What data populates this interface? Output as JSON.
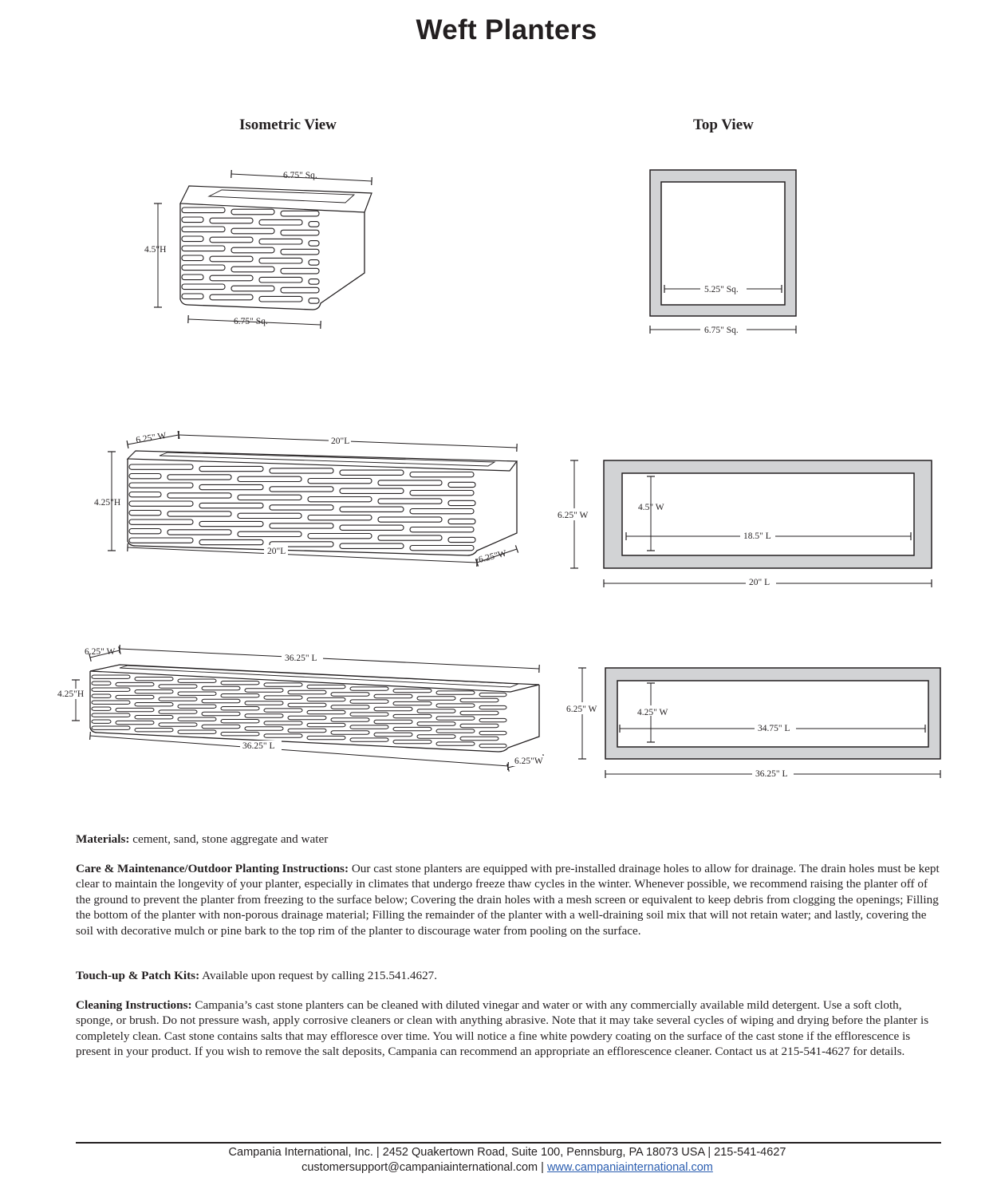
{
  "title": "Weft Planters",
  "views": {
    "isometric": "Isometric View",
    "top": "Top View"
  },
  "small": {
    "iso_top_width": "6.75\" Sq.",
    "iso_height": "4.5\"H",
    "iso_bottom_width": "6.75\" Sq.",
    "top_inner": "5.25\" Sq.",
    "top_outer": "6.75\" Sq."
  },
  "medium": {
    "iso_width_top": "6.25\" W",
    "iso_length_top": "20\"L",
    "iso_height": "4.25\"H",
    "iso_length_bottom": "20\"L",
    "iso_width_bottom": "6.25\"W",
    "top_outer_width": "6.25\" W",
    "top_inner_width": "4.5\" W",
    "top_inner_length": "18.5\" L",
    "top_outer_length": "20\" L"
  },
  "large": {
    "iso_width_top": "6.25\" W",
    "iso_length_top": "36.25\" L",
    "iso_height": "4.25\"H",
    "iso_length_bottom": "36.25\" L",
    "iso_width_bottom": "6.25\"W",
    "top_outer_width": "6.25\" W",
    "top_inner_width": "4.25\" W",
    "top_inner_length": "34.75\" L",
    "top_outer_length": "36.25\" L"
  },
  "materials": {
    "label": "Materials:",
    "text": " cement, sand, stone aggregate and water"
  },
  "care": {
    "label": "Care & Maintenance/Outdoor Planting Instructions:",
    "text": " Our cast stone planters are equipped with pre-installed drainage holes to allow for drainage. The drain holes must be kept clear to maintain the longevity of your planter, especially in climates that undergo freeze thaw cycles in the winter.  Whenever possible, we recommend raising the planter off of the ground to prevent the planter from freezing to the surface below; Covering the drain holes with a mesh screen or equivalent to keep debris from clogging the openings; Filling the bottom of the planter with non-porous drainage material; Filling the remainder of the planter with a well-draining soil mix that will not retain water; and lastly, covering the soil with decorative mulch or pine bark to the top rim of the planter to discourage water from pooling on the surface."
  },
  "touchup": {
    "label": "Touch-up & Patch Kits:",
    "text": " Available upon request by calling 215.541.4627."
  },
  "cleaning": {
    "label": "Cleaning Instructions:",
    "text": " Campania’s cast stone planters can be cleaned with diluted vinegar and water or with any commercially available mild detergent. Use a soft cloth, sponge, or brush. Do not pressure wash, apply corrosive cleaners or clean with anything abrasive. Note that it may take several cycles of wiping and drying before the planter is completely clean. Cast stone contains salts that may effloresce over time. You will notice a fine white powdery coating on the surface of the cast stone if the efflorescence is present in your product. If you wish to remove the salt deposits, Campania can recommend an appropriate an efflorescence cleaner. Contact us at 215-541-4627 for details."
  },
  "footer": {
    "line1": "Campania International, Inc. | 2452 Quakertown Road, Suite 100, Pennsburg, PA 18073 USA | 215-541-4627",
    "email": "customersupport@campaniainternational.com | ",
    "website": "www.campaniainternational.com"
  },
  "colors": {
    "ink": "#231f20",
    "wall_fill": "#d2d3d5",
    "link": "#2a5db0"
  }
}
